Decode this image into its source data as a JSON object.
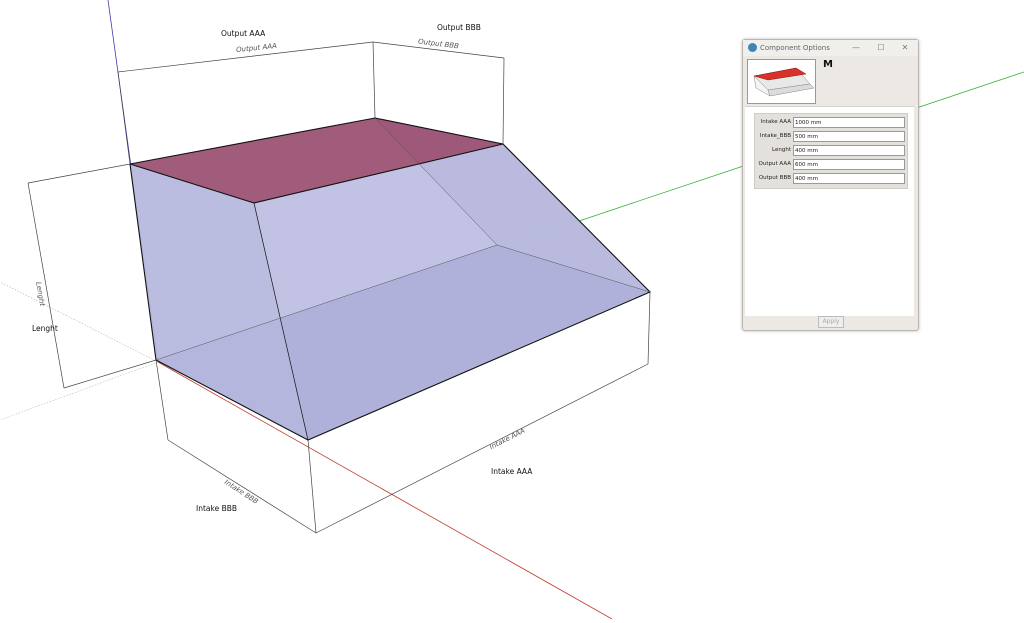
{
  "model": {
    "dimension_labels": {
      "output_aaa": "Output AAA",
      "output_bbb": "Output BBB",
      "lenght": "Lenght",
      "intake_aaa": "Intake AAA",
      "intake_bbb": "Intake BBB"
    },
    "dimension_annotations": {
      "output_aaa": "Output AAA",
      "output_bbb": "Output BBB",
      "lenght": "Lenght",
      "intake_aaa": "Intake AAA",
      "intake_bbb": "Intake BBB"
    },
    "colors": {
      "top_face": "#9c5274",
      "side_face": "#b6b8de",
      "bottom_face": "#7e7fb4",
      "red_axis": "#c0392b",
      "green_axis": "#3fae3f",
      "blue_axis": "#3b3bb0"
    }
  },
  "dialog": {
    "title": "Component Options",
    "component_name": "M",
    "window_buttons": {
      "minimize": "—",
      "maximize": "☐",
      "close": "✕"
    },
    "fields": [
      {
        "label": "Intake AAA",
        "value": "1000 mm"
      },
      {
        "label": "Intake_BBB",
        "value": "500 mm"
      },
      {
        "label": "Lenght",
        "value": "400 mm"
      },
      {
        "label": "Output AAA",
        "value": "600 mm"
      },
      {
        "label": "Output BBB",
        "value": "400 mm"
      }
    ],
    "apply_label": "Apply"
  }
}
